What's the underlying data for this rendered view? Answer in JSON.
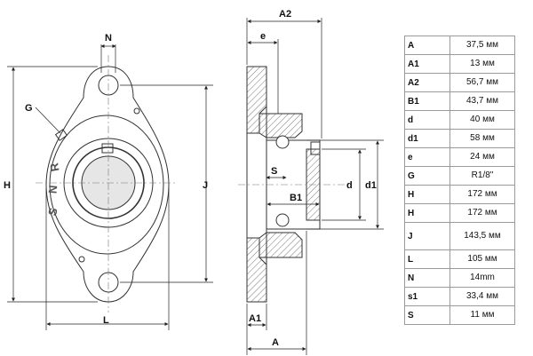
{
  "drawing": {
    "logo": {
      "l1": "S",
      "l2": "N",
      "l3": "R"
    },
    "dims": {
      "N": "N",
      "G": "G",
      "H": "H",
      "J": "J",
      "L": "L",
      "A2": "A2",
      "e": "e",
      "S": "S",
      "B1": "B1",
      "d": "d",
      "d1": "d1",
      "A1": "A1",
      "A": "A"
    }
  },
  "specs": [
    {
      "param": "A",
      "value": "37,5 мм"
    },
    {
      "param": "A1",
      "value": "13 мм"
    },
    {
      "param": "A2",
      "value": "56,7 мм"
    },
    {
      "param": "B1",
      "value": "43,7 мм"
    },
    {
      "param": "d",
      "value": "40 мм"
    },
    {
      "param": "d1",
      "value": "58 мм"
    },
    {
      "param": "e",
      "value": "24 мм"
    },
    {
      "param": "G",
      "value": "R1/8\""
    },
    {
      "param": "H",
      "value": "172 мм"
    },
    {
      "param": "H",
      "value": "172 мм"
    },
    {
      "param": "J",
      "value": "143,5 мм"
    },
    {
      "param": "L",
      "value": "105 мм"
    },
    {
      "param": "N",
      "value": "14mm"
    },
    {
      "param": "s1",
      "value": "33,4 мм"
    },
    {
      "param": "S",
      "value": "11 мм"
    }
  ]
}
